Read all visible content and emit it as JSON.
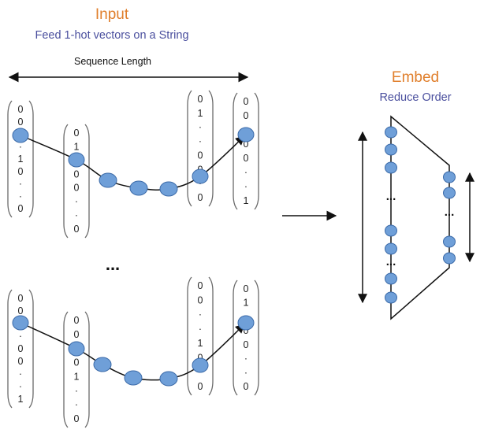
{
  "input": {
    "title": "Input",
    "subtitle": "Feed 1-hot vectors on a String",
    "sequence_label": "Sequence Length"
  },
  "embed": {
    "title": "Embed",
    "subtitle": "Reduce Order"
  },
  "ellipsis_between_strings": "...",
  "colors": {
    "orange": "#e07f2c",
    "blue_text": "#4a4f9e",
    "node_fill": "#6f9fd8",
    "node_stroke": "#3b6aa8",
    "line": "#111111",
    "bracket": "#6a6a6a"
  },
  "icons": [
    "double-arrow-icon",
    "right-arrow-icon",
    "node-icon",
    "bracket-icon"
  ],
  "strings": [
    {
      "vectors": [
        [
          "0",
          "0",
          "·",
          "·",
          "1",
          "0",
          "·",
          "·",
          "0"
        ],
        [
          "0",
          "1",
          "·",
          "0",
          "0",
          "·",
          "·",
          "0"
        ],
        [
          "0",
          "1",
          "·",
          "·",
          "0",
          "0",
          "·",
          "0"
        ],
        [
          "0",
          "0",
          "·",
          "0",
          "0",
          "·",
          "·",
          "1"
        ]
      ]
    },
    {
      "vectors": [
        [
          "0",
          "0",
          "·",
          "·",
          "0",
          "0",
          "·",
          "·",
          "1"
        ],
        [
          "0",
          "0",
          "·",
          "0",
          "1",
          "·",
          "·",
          "0"
        ],
        [
          "0",
          "0",
          "·",
          "·",
          "1",
          "0",
          "·",
          "0"
        ],
        [
          "0",
          "1",
          "·",
          "0",
          "0",
          "·",
          "·",
          "0"
        ]
      ]
    }
  ]
}
